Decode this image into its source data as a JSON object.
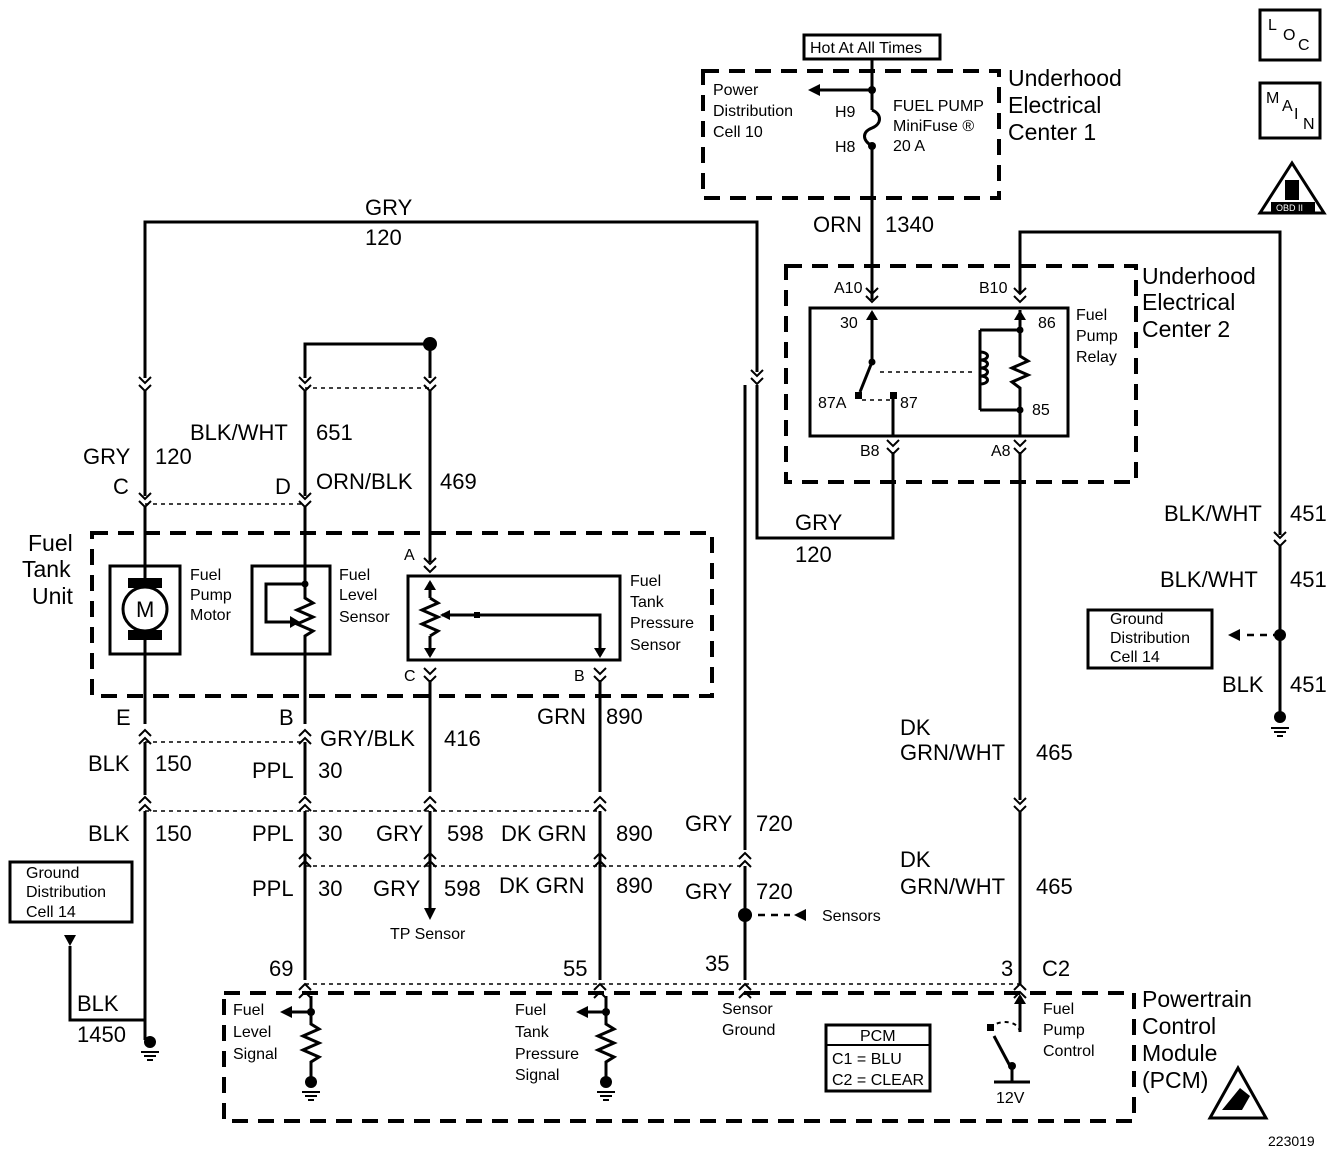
{
  "header": {
    "hot_label": "Hot At All Times",
    "loc_icon": "LOC",
    "main_icon": "MAIN",
    "obd_icon": "OBD II"
  },
  "uec1": {
    "title_line1": "Underhood",
    "title_line2": "Electrical",
    "title_line3": "Center 1",
    "pdc_line1": "Power",
    "pdc_line2": "Distribution",
    "pdc_line3": "Cell 10",
    "pin_h9": "H9",
    "pin_h8": "H8",
    "fuse_line1": "FUEL PUMP",
    "fuse_line2": "MiniFuse ®",
    "fuse_line3": "20 A"
  },
  "uec2": {
    "title_line1": "Underhood",
    "title_line2": "Electrical",
    "title_line3": "Center 2",
    "relay_line1": "Fuel",
    "relay_line2": "Pump",
    "relay_line3": "Relay",
    "pin_a10": "A10",
    "pin_b10": "B10",
    "pin_30": "30",
    "pin_86": "86",
    "pin_87a": "87A",
    "pin_87": "87",
    "pin_85": "85",
    "pin_b8": "B8",
    "pin_a8": "A8"
  },
  "wires": {
    "orn": "ORN",
    "c1340": "1340",
    "gry_top": "GRY",
    "c120_top": "120",
    "gry_relay": "GRY",
    "c120_relay": "120",
    "blkwht_651": "BLK/WHT",
    "c651": "651",
    "gry_120": "GRY",
    "c120": "120",
    "ornblk": "ORN/BLK",
    "c469": "469",
    "blkwht_451a": "BLK/WHT",
    "c451a": "451",
    "blkwht_451b": "BLK/WHT",
    "c451b": "451",
    "blk_451": "BLK",
    "c451c": "451",
    "grn": "GRN",
    "c890a": "890",
    "grybl": "GRY/BLK",
    "c416": "416",
    "blk150a": "BLK",
    "c150a": "150",
    "ppl30a": "PPL",
    "c30a": "30",
    "dk_a": "DK",
    "grnwht_a": "GRN/WHT",
    "c465a": "465",
    "blk150b": "BLK",
    "c150b": "150",
    "ppl30b": "PPL",
    "c30b": "30",
    "gry598a": "GRY",
    "c598a": "598",
    "dkgrn_a": "DK GRN",
    "c890b": "890",
    "gry720a": "GRY",
    "c720a": "720",
    "dk_b": "DK",
    "grnwht_b": "GRN/WHT",
    "c465b": "465",
    "ppl30c": "PPL",
    "c30c": "30",
    "gry598b": "GRY",
    "c598b": "598",
    "dkgrn_b": "DK GRN",
    "c890c": "890",
    "gry720b": "GRY",
    "c720b": "720",
    "blk1450": "BLK",
    "c1450": "1450"
  },
  "tank": {
    "title_line1": "Fuel",
    "title_line2": "Tank",
    "title_line3": "Unit",
    "motor_symbol": "M",
    "motor_line1": "Fuel",
    "motor_line2": "Pump",
    "motor_line3": "Motor",
    "level_line1": "Fuel",
    "level_line2": "Level",
    "level_line3": "Sensor",
    "press_line1": "Fuel",
    "press_line2": "Tank",
    "press_line3": "Pressure",
    "press_line4": "Sensor",
    "pin_c": "C",
    "pin_d": "D",
    "pin_a": "A",
    "pin_c2": "C",
    "pin_b2": "B",
    "pin_e": "E",
    "pin_b": "B"
  },
  "ground": {
    "left_line1": "Ground",
    "left_line2": "Distribution",
    "left_line3": "Cell 14",
    "right_line1": "Ground",
    "right_line2": "Distribution",
    "right_line3": "Cell 14"
  },
  "misc": {
    "tp_sensor": "TP Sensor",
    "sensors": "Sensors",
    "diagram_id": "223019"
  },
  "pcm": {
    "title_line1": "Powertrain",
    "title_line2": "Control",
    "title_line3": "Module",
    "title_line4": "(PCM)",
    "pin_69": "69",
    "pin_55": "55",
    "pin_35": "35",
    "pin_3": "3",
    "pin_c2": "C2",
    "fls_line1": "Fuel",
    "fls_line2": "Level",
    "fls_line3": "Signal",
    "ftp_line1": "Fuel",
    "ftp_line2": "Tank",
    "ftp_line3": "Pressure",
    "ftp_line4": "Signal",
    "sg_line1": "Sensor",
    "sg_line2": "Ground",
    "legend_title": "PCM",
    "legend_c1": "C1 = BLU",
    "legend_c2": "C2 = CLEAR",
    "fpc_line1": "Fuel",
    "fpc_line2": "Pump",
    "fpc_line3": "Control",
    "v12": "12V"
  }
}
